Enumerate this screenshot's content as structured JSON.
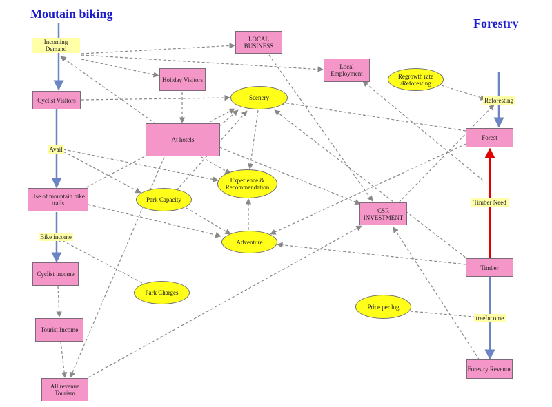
{
  "headings": {
    "mountain": "Moutain biking",
    "forestry": "Forestry"
  },
  "nodes": {
    "incoming_demand": "Incoming Demand",
    "local_business": "LOCAL BUSINESS",
    "local_employment": "Local Employment",
    "regrowth_rate": "Regrowth rate /Reforesting",
    "cyclist_visitors": "Cyclist Visitors",
    "holiday_visitors": "Holiday Visitors",
    "scenery": "Scenery",
    "reforesting": "Reforesting",
    "forest": "Forest",
    "at_hotels": "At hotels",
    "avail": "Avail",
    "experience": "Experience & Recommendation",
    "use_trails": "Use of mountain bike trails",
    "park_capacity": "Park Capacity",
    "timber_need": "Timber Need",
    "csr_investment": "CSR INVESTMENT",
    "bike_income": "Bike income",
    "adventure": "Adventure",
    "cyclist_income": "Cyclist income",
    "timber": "Timber",
    "park_charges": "Park Charges",
    "price_per_log": "Price per log",
    "tree_income": "treeIncome",
    "tourist_income": "Tourist Income",
    "forestry_revenue": "Forestry Revenue",
    "all_revenue": "All revenue Tourism"
  },
  "colors": {
    "stock_fill": "#f596c8",
    "auxiliary_fill": "#ffff1a",
    "flow_label_fill": "#ffffa8",
    "flow_arrow": "#6b84c2",
    "timber_need_flow": "#e00000",
    "link_arrow": "#888888",
    "heading": "#1c1ccf"
  }
}
